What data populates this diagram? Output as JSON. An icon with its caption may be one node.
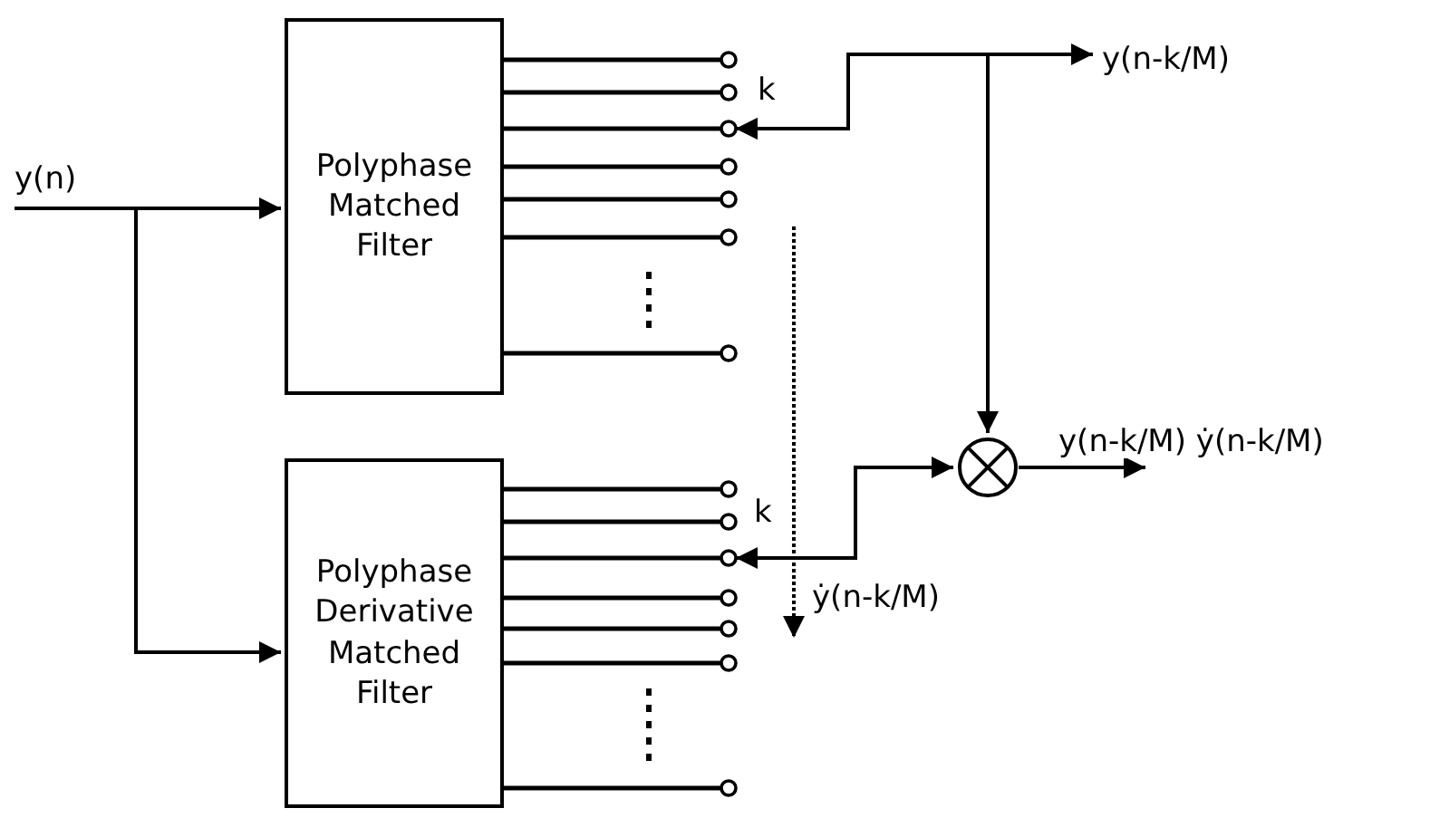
{
  "diagram": {
    "nodes": [
      {
        "text": [
          "y(n)"
        ]
      },
      {
        "text": [
          "Polyphase Matched Filter"
        ]
      },
      {
        "text": [
          "Polyphase Derivative Matched Filter"
        ]
      },
      {
        "text": [
          "y(n-k/M)"
        ]
      },
      {
        "text": [],
        "shape": "circle"
      }
    ],
    "edges": [
      {
        "from": 0,
        "to": 1,
        "arrow": "to"
      },
      {
        "from": 0,
        "to": 2,
        "arrow": "to"
      },
      {
        "from": 1,
        "to": 3,
        "arrow": "both"
      },
      {
        "from": 1,
        "to": 4,
        "arrow": "both"
      },
      {
        "from": 2,
        "to": 4,
        "arrow": "both"
      },
      {
        "from": 4,
        "to": null,
        "arrow": "to",
        "label": "y(n-k/M) ẏ(n-k/M)"
      }
    ],
    "labels": [
      "k",
      "k",
      "ẏ(n-k/M)"
    ]
  }
}
